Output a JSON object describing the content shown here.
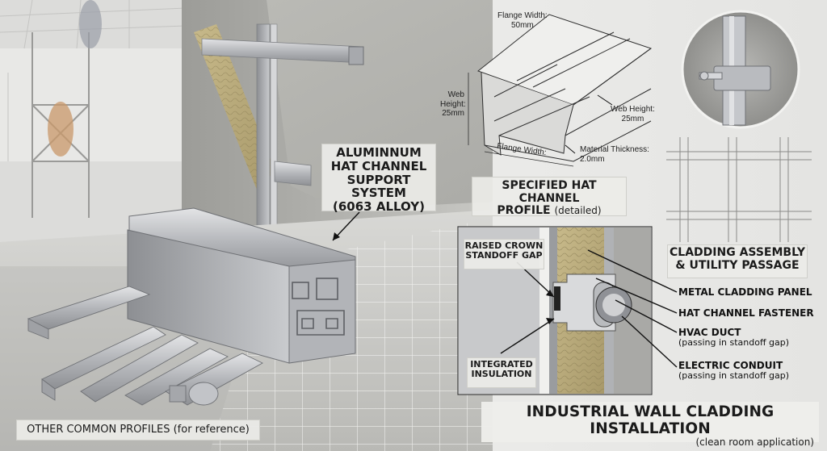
{
  "main_system_label": {
    "line1": "ALUMINNUM",
    "line2": "HAT CHANNEL",
    "line3": "SUPPORT SYSTEM",
    "line4": "(6063 ALLOY)"
  },
  "other_profiles_label": {
    "text": "OTHER COMMON PROFILES",
    "note": "(for reference)"
  },
  "profile_drawing": {
    "flange_width_top": {
      "line1": "Flange Width:",
      "line2": "50mm"
    },
    "web_height_left": {
      "line1": "Web",
      "line2": "Height:",
      "line3": "25mm"
    },
    "web_height_right": {
      "line1": "Web Height:",
      "line2": "25mm"
    },
    "flange_width_bottom": "Flange Width:",
    "material_thickness": {
      "line1": "Material Thickness:",
      "line2": "2.0mm"
    },
    "title_line1": "SPECIFIED HAT CHANNEL",
    "title_line2": "PROFILE",
    "title_note": "(detailed)"
  },
  "cladding_label": {
    "line1": "CLADDING ASSEMBLY",
    "line2": "& UTILITY PASSAGE"
  },
  "section_callouts": {
    "raised_crown": {
      "line1": "RAISED CROWN",
      "line2": "STANDOFF GAP"
    },
    "integrated_insulation": {
      "line1": "INTEGRATED",
      "line2": "INSULATION"
    },
    "metal_cladding_panel": "METAL CLADDING PANEL",
    "hat_channel_fastener": "HAT CHANNEL FASTENER",
    "hvac_duct": {
      "line1": "HVAC DUCT",
      "line2": "(passing in standoff gap)"
    },
    "electric_conduit": {
      "line1": "ELECTRIC CONDUIT",
      "line2": "(passing in standoff gap)"
    }
  },
  "footer": {
    "title": "INDUSTRIAL WALL CLADDING INSTALLATION",
    "subtitle": "(clean room application)"
  }
}
